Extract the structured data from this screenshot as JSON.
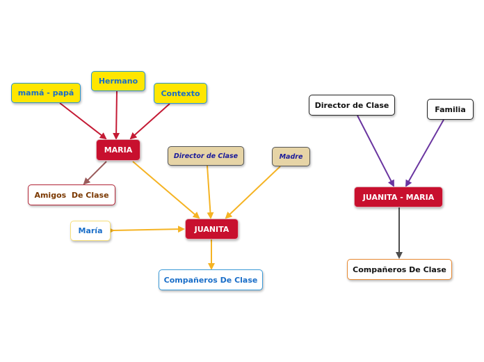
{
  "diagram": {
    "nodes": {
      "mama_papa": "mamá - papá",
      "hermano": "Hermano",
      "contexto": "Contexto",
      "maria": "MARIA",
      "amigos_de_clase": "Amigos  De Clase",
      "director_de_clase_left": "Director de Clase",
      "madre": "Madre",
      "juanita": "JUANITA",
      "maria_small": "María",
      "companeros_left": "Compañeros De Clase",
      "director_de_clase_right": "Director de Clase",
      "familia": "Familia",
      "juanita_maria": "JUANITA - MARIA",
      "companeros_right": "Compañeros De Clase"
    },
    "colors": {
      "red_connector": "#c41a34",
      "brown_connector": "#9a5b5b",
      "gold_connector": "#f5b323",
      "purple_connector": "#6a35a0",
      "gray_connector": "#4d4d4d"
    }
  }
}
